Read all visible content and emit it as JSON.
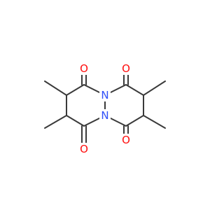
{
  "molecule": {
    "colors": {
      "bond": "#3a3a3a",
      "oxygen": "#ff0d0d",
      "nitrogen": "#3050f8",
      "background": "#ffffff"
    },
    "atoms": [
      {
        "id": "O1",
        "element": "O",
        "label": "O",
        "name": "oxygen-top-left"
      },
      {
        "id": "O2",
        "element": "O",
        "label": "O",
        "name": "oxygen-top-right"
      },
      {
        "id": "O3",
        "element": "O",
        "label": "O",
        "name": "oxygen-bottom-left"
      },
      {
        "id": "O4",
        "element": "O",
        "label": "O",
        "name": "oxygen-bottom-right"
      },
      {
        "id": "N1",
        "element": "N",
        "label": "N",
        "name": "nitrogen-top"
      },
      {
        "id": "N2",
        "element": "N",
        "label": "N",
        "name": "nitrogen-bottom"
      }
    ]
  }
}
